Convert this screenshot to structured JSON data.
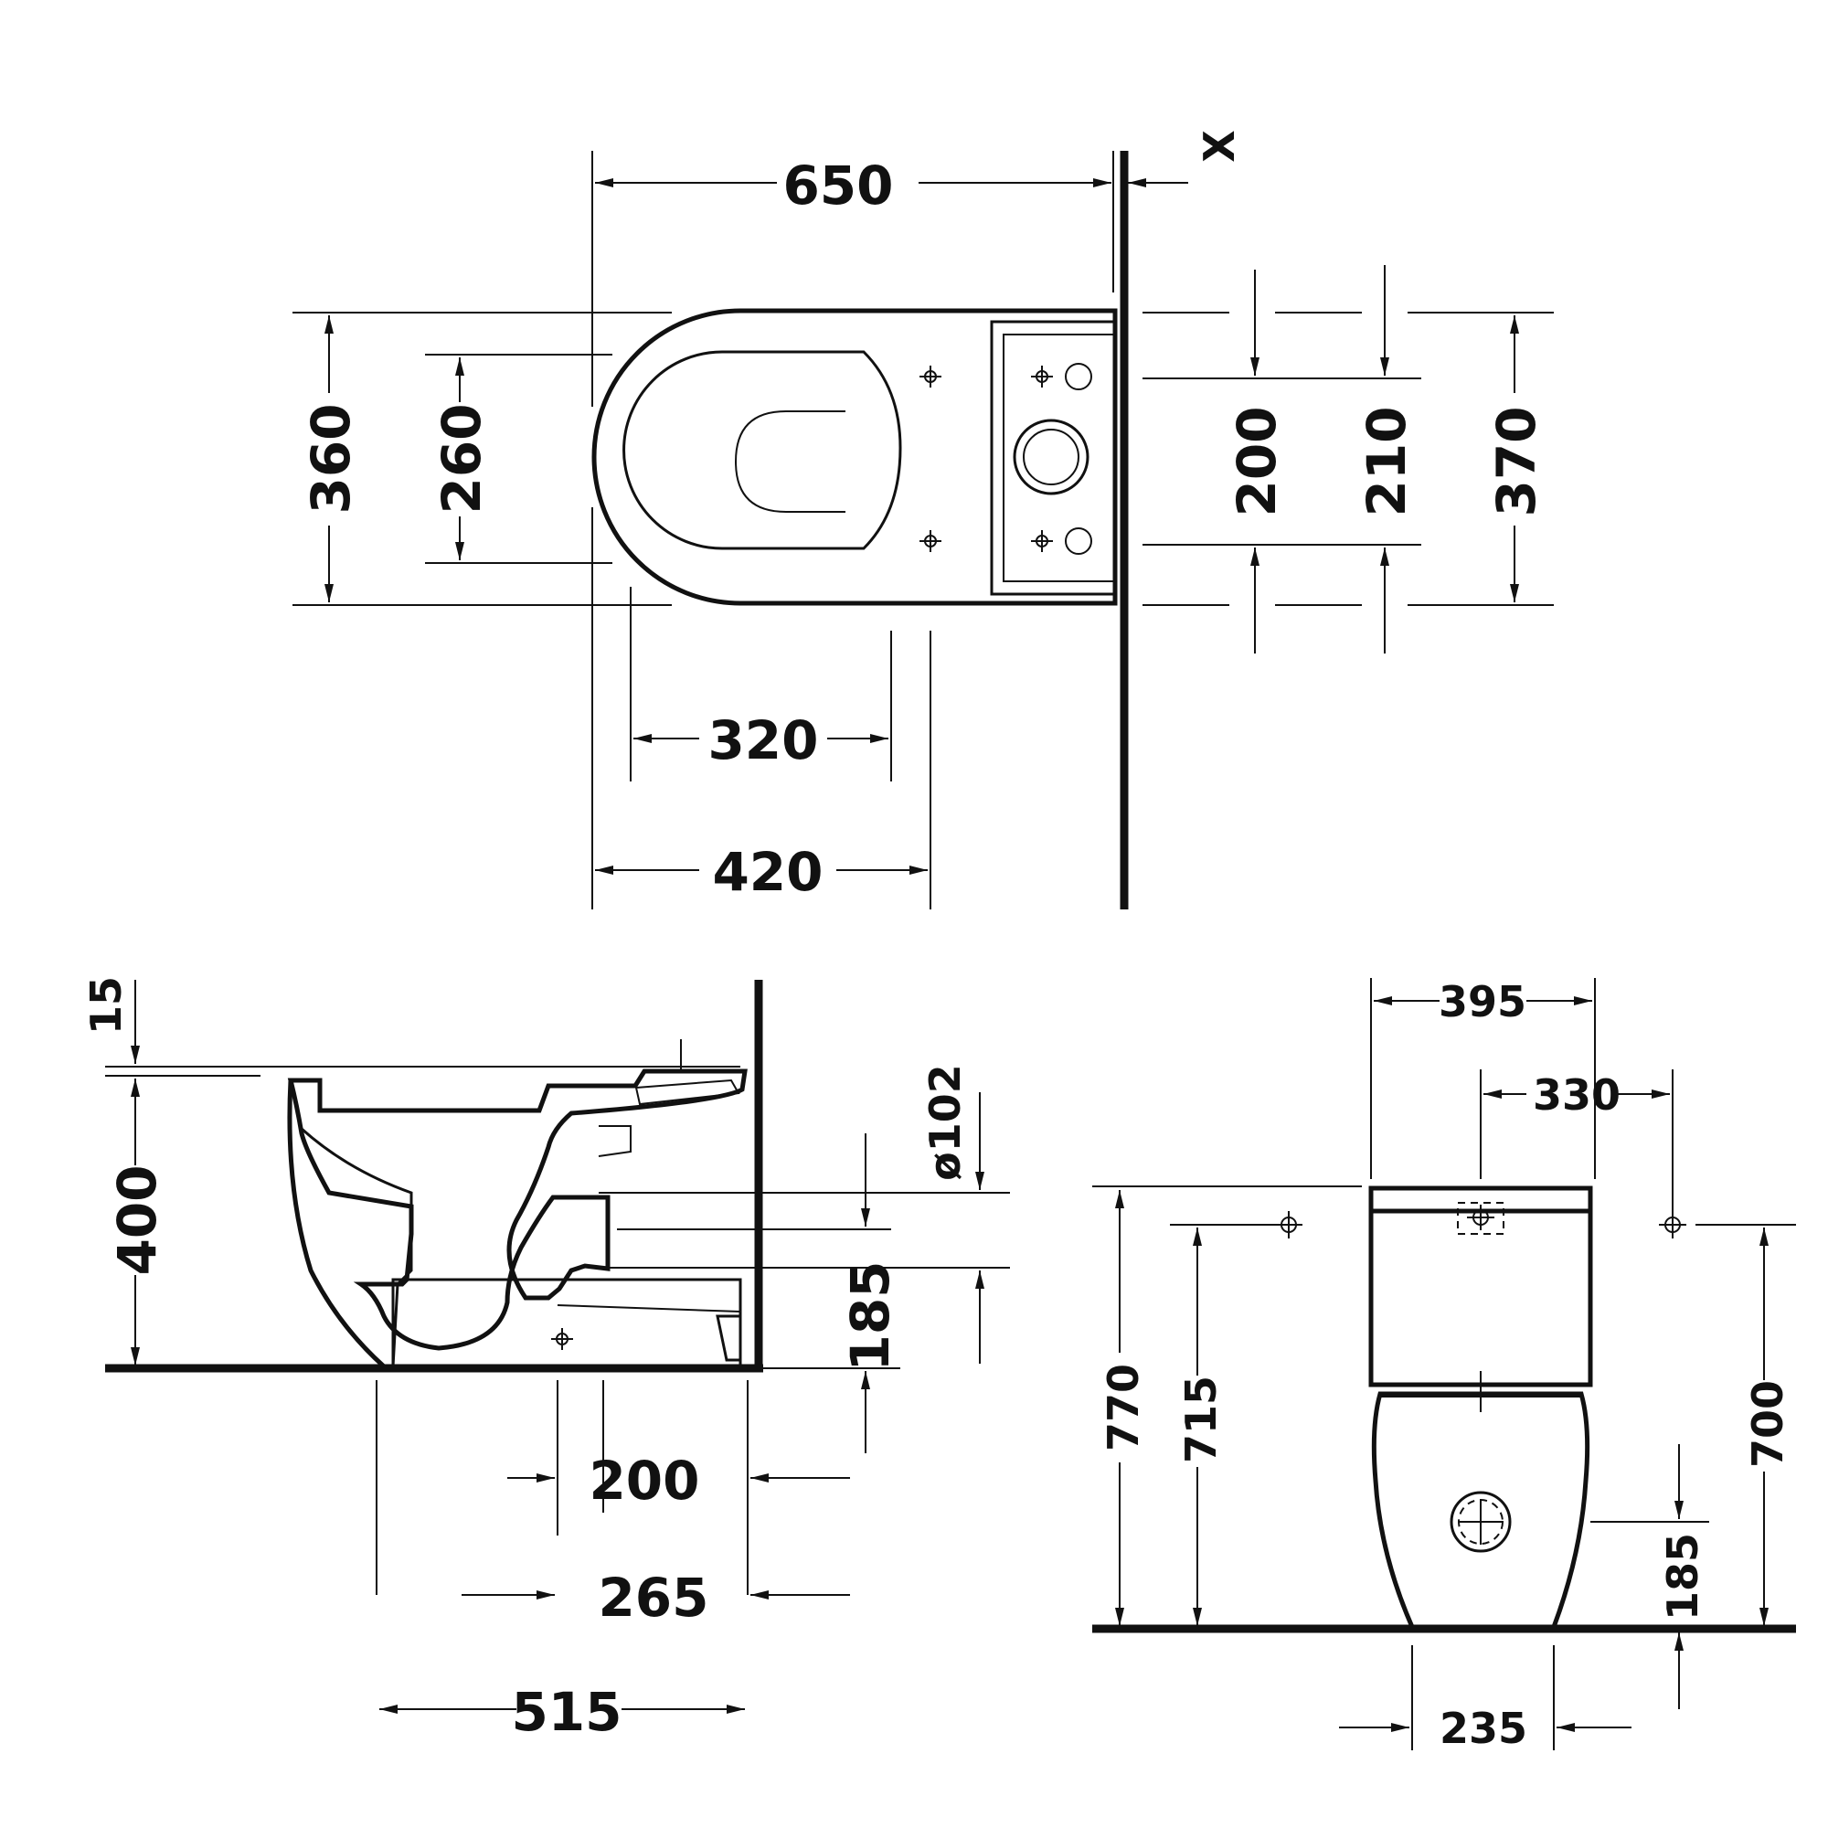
{
  "drawing": {
    "views": {
      "top": {
        "overall_length": "650",
        "wall_gap": "X",
        "overall_width": "360",
        "seat_opening_width": "260",
        "inlet_spacing_a": "200",
        "inlet_spacing_b": "210",
        "tank_width": "370",
        "fixing_spacing": "320",
        "fixing_to_wall": "420"
      },
      "side": {
        "top_offset": "15",
        "bowl_height": "400",
        "outlet_diameter": "ø102",
        "outlet_height": "185",
        "outlet_to_wall": "200",
        "fixing_to_wall": "265",
        "projection": "515"
      },
      "front": {
        "tank_width": "395",
        "fixing_spacing": "330",
        "total_height": "770",
        "fixing_height": "715",
        "inlet_height": "700",
        "outlet_height": "185",
        "base_width": "235"
      }
    }
  }
}
